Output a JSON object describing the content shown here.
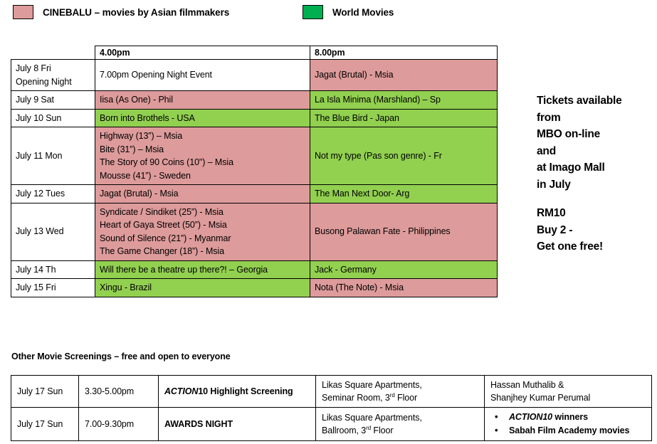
{
  "legend": {
    "items": [
      {
        "key": "cinebalu",
        "label": "CINEBALU – movies by Asian filmmakers",
        "color": "#de9b9b",
        "swatch_name": "pink-swatch"
      },
      {
        "key": "world",
        "label": "World Movies",
        "color": "#00b050",
        "swatch_name": "green-swatch"
      }
    ]
  },
  "schedule": {
    "columns": [
      "",
      "4.00pm",
      "8.00pm"
    ],
    "colors": {
      "cinebalu": "#de9b9b",
      "world": "#92d050",
      "plain": "#ffffff"
    },
    "rows": [
      {
        "day": [
          "July 8  Fri",
          "Opening Night"
        ],
        "four": {
          "lines": [
            "7.00pm Opening Night Event"
          ],
          "fill": "plain"
        },
        "eight": {
          "lines": [
            "Jagat (Brutal) - Msia"
          ],
          "fill": "cinebalu"
        }
      },
      {
        "day": [
          "July 9  Sat"
        ],
        "four": {
          "lines": [
            "Iisa (As One) - Phil"
          ],
          "fill": "cinebalu"
        },
        "eight": {
          "lines": [
            "La Isla Minima (Marshland) – Sp"
          ],
          "fill": "world"
        }
      },
      {
        "day": [
          "July 10  Sun"
        ],
        "four": {
          "lines": [
            "Born into Brothels - USA"
          ],
          "fill": "world"
        },
        "eight": {
          "lines": [
            "The Blue Bird - Japan"
          ],
          "fill": "world"
        }
      },
      {
        "day": [
          "July 11 Mon"
        ],
        "four": {
          "lines": [
            "Highway (13”) – Msia",
            "Bite (31”) – Msia",
            "The Story of 90 Coins (10\") – Msia",
            "Mousse (41”) - Sweden"
          ],
          "fill": "cinebalu"
        },
        "eight": {
          "lines": [
            "Not my type (Pas son genre) - Fr"
          ],
          "fill": "world"
        }
      },
      {
        "day": [
          "July 12  Tues"
        ],
        "four": {
          "lines": [
            "Jagat (Brutal) - Msia"
          ],
          "fill": "cinebalu"
        },
        "eight": {
          "lines": [
            "The Man Next Door- Arg"
          ],
          "fill": "world"
        }
      },
      {
        "day": [
          "July 13  Wed"
        ],
        "four": {
          "lines": [
            "Syndicate / Sindiket (25”) - Msia",
            "Heart of Gaya Street (50”) - Msia",
            "Sound of Silence (21”) - Myanmar",
            "The Game Changer (18”) - Msia"
          ],
          "fill": "cinebalu"
        },
        "eight": {
          "lines": [
            "Busong  Palawan Fate - Philippines"
          ],
          "fill": "cinebalu"
        }
      },
      {
        "day": [
          "July 14  Th"
        ],
        "four": {
          "lines": [
            "Will there be a theatre up there?! – Georgia"
          ],
          "fill": "world"
        },
        "eight": {
          "lines": [
            "Jack - Germany"
          ],
          "fill": "world"
        }
      },
      {
        "day": [
          "July 15  Fri"
        ],
        "four": {
          "lines": [
            "Xingu - Brazil"
          ],
          "fill": "world"
        },
        "eight": {
          "lines": [
            "Nota (The Note) - Msia"
          ],
          "fill": "cinebalu"
        }
      }
    ]
  },
  "tickets": {
    "lines_top": [
      "Tickets available",
      "from",
      "MBO on-line",
      "and",
      "at Imago Mall",
      "in July"
    ],
    "lines_bottom": [
      "RM10",
      "Buy 2 -",
      "Get one free!"
    ]
  },
  "other": {
    "heading": "Other Movie Screenings – free and open to everyone",
    "rows": [
      {
        "date": "July 17 Sun",
        "time": "3.30-5.00pm",
        "event_italic": "ACTION",
        "event_rest": "10 Highlight Screening",
        "venue": [
          "Likas Square Apartments,",
          "Seminar Room, 3rd Floor"
        ],
        "venue_line2_pre": "Seminar Room, 3",
        "venue_line2_sup": "rd",
        "venue_line2_post": " Floor",
        "who_type": "text",
        "who_lines": [
          "Hassan Muthalib &",
          "Shanjhey Kumar Perumal"
        ]
      },
      {
        "date": "July 17  Sun",
        "time": "7.00-9.30pm",
        "event_italic": "",
        "event_rest": "AWARDS NIGHT",
        "venue": [
          "Likas Square Apartments,",
          "Ballroom, 3rd Floor"
        ],
        "venue_line2_pre": "Ballroom, 3",
        "venue_line2_sup": "rd",
        "venue_line2_post": " Floor",
        "who_type": "bullets",
        "who_bullet_1_italic": "ACTION10",
        "who_bullet_1_rest": " winners",
        "who_bullet_2": "Sabah Film Academy movies"
      }
    ]
  }
}
